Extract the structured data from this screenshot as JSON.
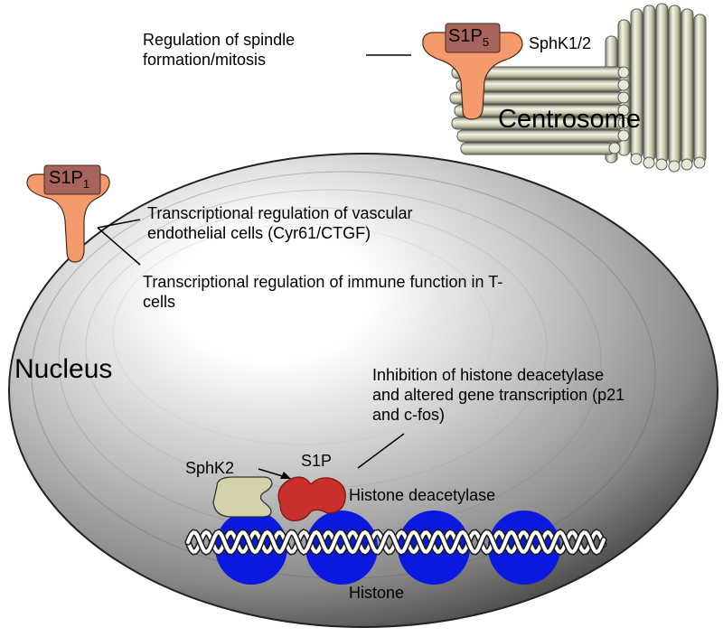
{
  "annotations": {
    "spindle": "Regulation of spindle\nformation/mitosis",
    "sphk12": "SphK1/2",
    "centrosome": "Centrosome",
    "vascular": "Transcriptional regulation of vascular\nendothelial cells (Cyr61/CTGF)",
    "immune": "Transcriptional regulation of immune function in T-\ncells",
    "nucleus": "Nucleus",
    "hdac_inhibition": "Inhibition of histone deacetylase\nand altered gene transcription (p21\nand c-fos)",
    "sphk2": "SphK2",
    "s1p": "S1P",
    "histone_deacetylase": "Histone deacetylase",
    "histone": "Histone"
  },
  "receptors": {
    "s1p5": {
      "base": "S1P",
      "sub": "5"
    },
    "s1p1": {
      "base": "S1P",
      "sub": "1"
    }
  },
  "colors": {
    "receptor_body": "#F59A6C",
    "receptor_head": "#A7645C",
    "nucleus_outer": "#3a3a3a",
    "nucleus_inner": "#ffffff",
    "centrosome_tube": "#c8c8ac",
    "histone_ball": "#0a18e0",
    "sphk2_shape": "#d4d2aa",
    "hdac_shape": "#c9302c"
  }
}
